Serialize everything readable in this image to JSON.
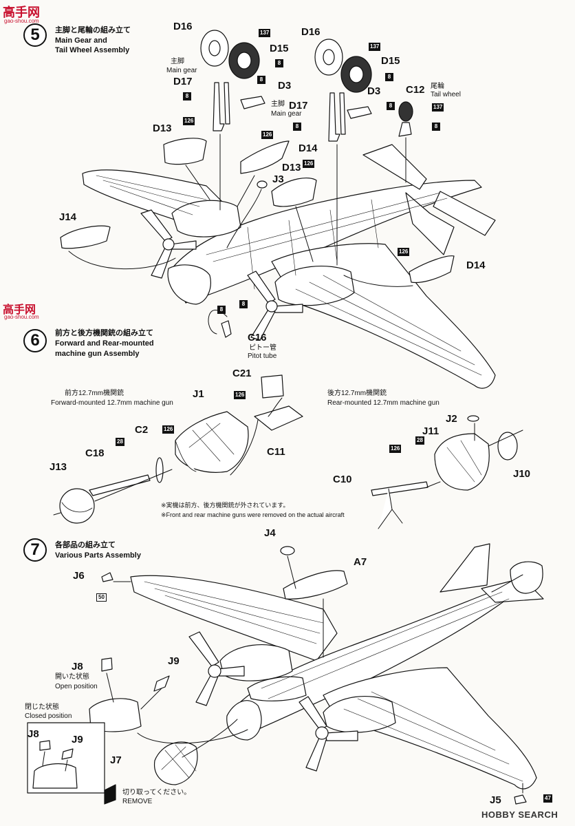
{
  "watermark": {
    "brand": "高手网",
    "url": "gao-shou.com"
  },
  "step5": {
    "number": "5",
    "title_jp": "主脚と尾輪の組み立て",
    "title_en1": "Main Gear and",
    "title_en2": "Tail Wheel Assembly",
    "main_gear_jp": "主脚",
    "main_gear_en": "Main gear",
    "tail_wheel_jp": "尾輪",
    "tail_wheel_en": "Tail wheel",
    "pitot_jp": "ピトー管",
    "pitot_en": "Pitot tube",
    "parts": [
      "D16",
      "D15",
      "D17",
      "D3",
      "D13",
      "D14",
      "J3",
      "J14",
      "C12",
      "C16"
    ],
    "colors": [
      "137",
      "8",
      "126"
    ]
  },
  "step6": {
    "number": "6",
    "title_jp": "前方と後方機関銃の組み立て",
    "title_en1": "Forward and Rear-mounted",
    "title_en2": "machine gun Assembly",
    "fwd_jp": "前方12.7mm機関銃",
    "fwd_en": "Forward-mounted 12.7mm machine gun",
    "rear_jp": "後方12.7mm機関銃",
    "rear_en": "Rear-mounted 12.7mm machine gun",
    "note_jp": "※実機は前方、後方機関銃が外されています。",
    "note_en": "※Front and rear machine guns were removed on the actual aircraft",
    "parts": [
      "C21",
      "J1",
      "C2",
      "C18",
      "J13",
      "C11",
      "J2",
      "J11",
      "C10",
      "J10"
    ],
    "colors": [
      "126",
      "28"
    ]
  },
  "step7": {
    "number": "7",
    "title_jp": "各部品の組み立て",
    "title_en": "Various Parts Assembly",
    "open_jp": "開いた状態",
    "open_en": "Open position",
    "closed_jp": "閉じた状態",
    "closed_en": "Closed position",
    "remove_jp": "切り取ってください。",
    "remove_en": "REMOVE",
    "parts": [
      "J4",
      "A7",
      "J6",
      "J8",
      "J9",
      "J7",
      "J5"
    ],
    "colors": [
      "50",
      "47"
    ]
  },
  "footer": {
    "brand": "HOBBY SEARCH"
  }
}
